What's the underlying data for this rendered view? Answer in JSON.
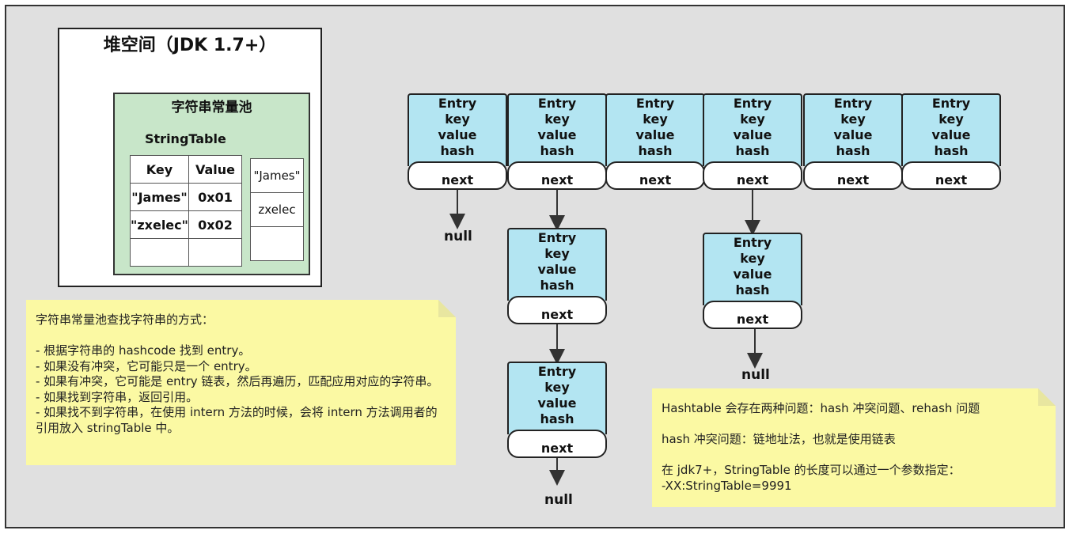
{
  "heap": {
    "title": "堆空间（JDK 1.7+）"
  },
  "pool": {
    "title": "字符串常量池",
    "table_label": "StringTable",
    "headers": [
      "Key",
      "Value"
    ],
    "rows": [
      [
        "\"James\"",
        "0x01"
      ],
      [
        "\"zxelec\"",
        "0x02"
      ],
      [
        "",
        ""
      ]
    ],
    "values": [
      "\"James\"",
      "zxelec",
      ""
    ]
  },
  "entry": {
    "line1": "Entry",
    "line2": "key",
    "line3": "value",
    "line4": "hash",
    "next": "next"
  },
  "null_label": "null",
  "note_left": {
    "lines": [
      "字符串常量池查找字符串的方式：",
      "",
      "- 根据字符串的 hashcode 找到 entry。",
      "- 如果没有冲突，它可能只是一个 entry。",
      "- 如果有冲突，它可能是 entry 链表，然后再遍历，匹配应用对应的字符串。",
      "- 如果找到字符串，返回引用。",
      "- 如果找不到字符串，在使用 intern 方法的时候，会将 intern 方法调用者的引用放入 stringTable 中。"
    ]
  },
  "note_right": {
    "lines": [
      "Hashtable 会存在两种问题：hash 冲突问题、rehash 问题",
      "",
      "hash 冲突问题：链地址法，也就是使用链表",
      "",
      "在 jdk7+，StringTable 的长度可以通过一个参数指定：",
      "-XX:StringTable=9991"
    ]
  }
}
